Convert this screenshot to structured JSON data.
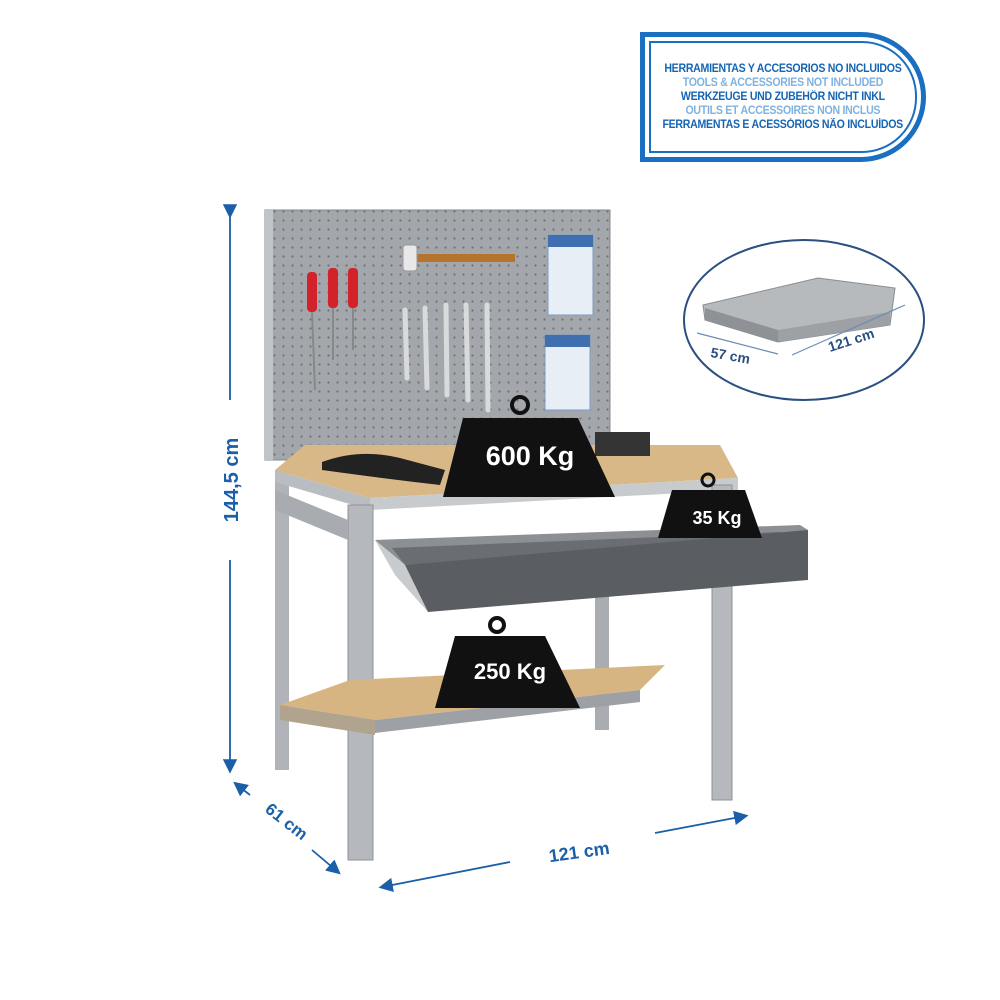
{
  "notice": {
    "lines": [
      {
        "text": "HERRAMIENTAS Y ACCESORIOS NO INCLUIDOS",
        "tone": "dark"
      },
      {
        "text": "TOOLS & ACCESSORIES NOT INCLUDED",
        "tone": "light"
      },
      {
        "text": "WERKZEUGE UND ZUBEHÖR NICHT INKL",
        "tone": "dark"
      },
      {
        "text": "OUTILS ET ACCESSOIRES NON INCLUS",
        "tone": "light"
      },
      {
        "text": "FERRAMENTAS E ACESSÓRIOS NÃO INCLUÍDOS",
        "tone": "dark"
      }
    ],
    "color": "#1a6fc0"
  },
  "drawer_inset": {
    "depth": "57 cm",
    "width": "121 cm"
  },
  "dimensions": {
    "height": "144,5 cm",
    "depth": "61 cm",
    "width": "121 cm",
    "color": "#1a5fa8"
  },
  "loads": {
    "top": "600 Kg",
    "drawer": "35 Kg",
    "shelf": "250 Kg"
  }
}
